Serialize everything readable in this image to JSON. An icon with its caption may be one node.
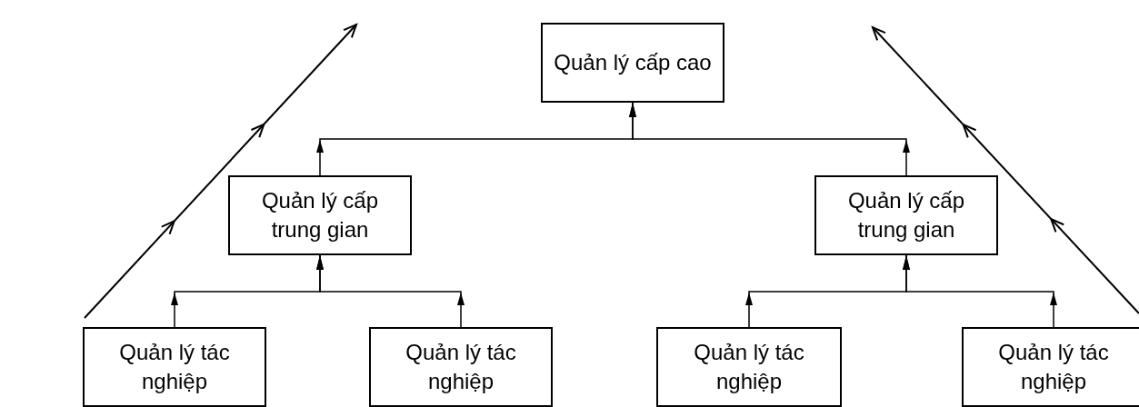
{
  "diagram": {
    "nodes": [
      {
        "text": [
          "Quản lý cấp cao"
        ]
      },
      {
        "text": [
          "Quản lý cấp trung gian"
        ]
      },
      {
        "text": [
          "Quản lý cấp trung gian"
        ]
      },
      {
        "text": [
          "Quản lý tác nghiệp"
        ]
      },
      {
        "text": [
          "Quản lý tác nghiệp"
        ]
      },
      {
        "text": [
          "Quản lý tác nghiệp"
        ]
      },
      {
        "text": [
          "Quản lý tác nghiệp"
        ]
      }
    ],
    "edges": [
      {
        "from": 1,
        "to": 0,
        "arrow": "to"
      },
      {
        "from": 2,
        "to": 0,
        "arrow": "to"
      },
      {
        "from": 3,
        "to": 1,
        "arrow": "to"
      },
      {
        "from": 4,
        "to": 1,
        "arrow": "to"
      },
      {
        "from": 5,
        "to": 2,
        "arrow": "to"
      },
      {
        "from": 6,
        "to": 2,
        "arrow": "to"
      }
    ]
  }
}
